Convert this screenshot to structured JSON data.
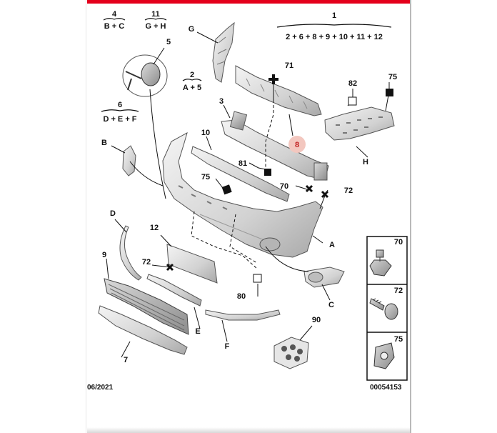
{
  "groups": {
    "g4": {
      "num": "4",
      "parts": "B + C"
    },
    "g11": {
      "num": "11",
      "parts": "G + H"
    },
    "g1": {
      "num": "1",
      "parts": "2 + 6 + 8 + 9 + 10 + 11 + 12"
    },
    "g2": {
      "num": "2",
      "parts": "A + 5"
    },
    "g6": {
      "num": "6",
      "parts": "D + E + F"
    }
  },
  "callouts": {
    "n5": "5",
    "G": "G",
    "n71": "71",
    "n82": "82",
    "n75a": "75",
    "n3": "3",
    "n8": "8",
    "n10": "10",
    "n81": "81",
    "H": "H",
    "B": "B",
    "n75b": "75",
    "n70": "70",
    "n72a": "72",
    "D": "D",
    "n12": "12",
    "A": "A",
    "n9": "9",
    "n72b": "72",
    "n80": "80",
    "C": "C",
    "E": "E",
    "n90": "90",
    "F": "F",
    "n7": "7"
  },
  "legend": {
    "item1": "70",
    "item2": "72",
    "item3": "75"
  },
  "footer": {
    "date": "06/2021",
    "reference": "00054153"
  },
  "colors": {
    "accent_bar": "#e4001b",
    "highlight_badge": "#f3c7bf",
    "highlight_text": "#c22020"
  }
}
